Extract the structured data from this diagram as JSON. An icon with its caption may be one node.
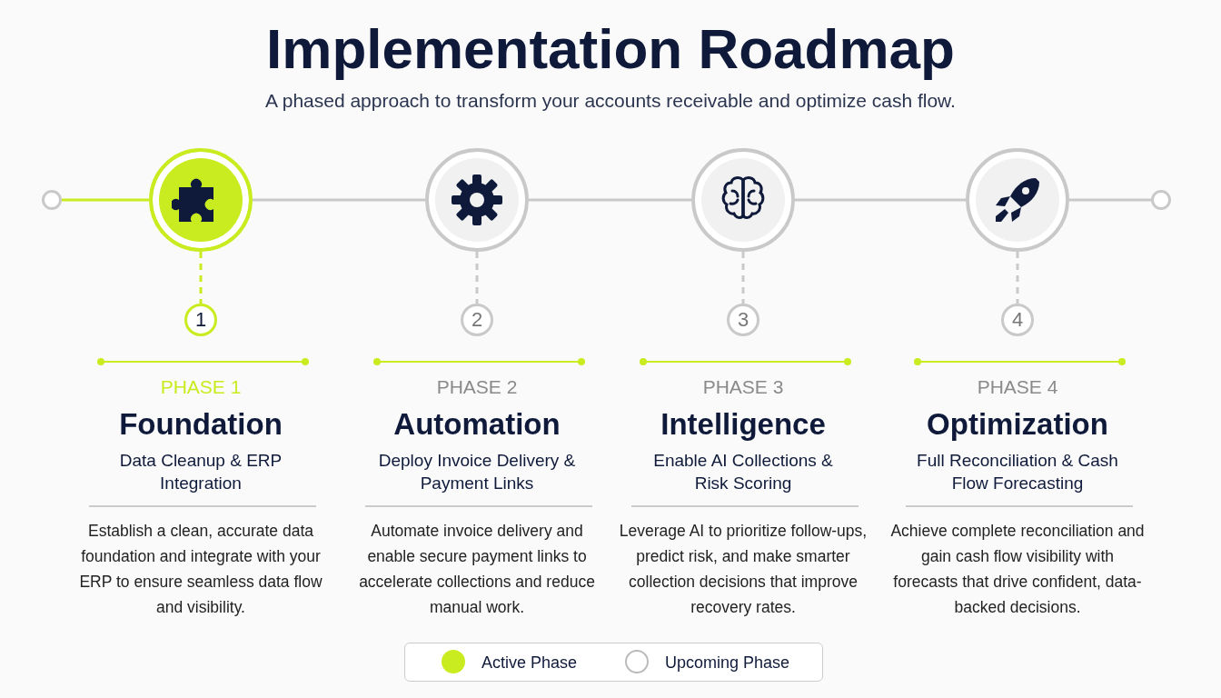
{
  "diagram": {
    "title": "Implementation Roadmap",
    "nodes": [
      {
        "text": [],
        "shape": "circle"
      },
      {
        "text": [],
        "shape": "circle"
      },
      {
        "text": [],
        "shape": "circle"
      },
      {
        "text": [],
        "shape": "circle"
      },
      {
        "text": [],
        "shape": "circle"
      },
      {
        "text": [],
        "shape": "circle"
      },
      {
        "text": [
          "1"
        ]
      },
      {
        "text": [
          "2"
        ]
      },
      {
        "text": [
          "3"
        ]
      },
      {
        "text": [
          "4"
        ]
      }
    ],
    "edges": [
      {
        "from": 0,
        "to": 1,
        "arrow": "none",
        "color": "#c8ec1f"
      },
      {
        "from": 1,
        "to": 2,
        "arrow": "none"
      },
      {
        "from": 2,
        "to": 3,
        "arrow": "none"
      },
      {
        "from": 3,
        "to": 4,
        "arrow": "none"
      },
      {
        "from": 4,
        "to": 5,
        "arrow": "none"
      },
      {
        "from": 1,
        "to": 6,
        "arrow": "none",
        "style": "dashed",
        "color": "#c8ec1f"
      },
      {
        "from": 2,
        "to": 7,
        "arrow": "none",
        "style": "dashed"
      },
      {
        "from": 3,
        "to": 8,
        "arrow": "none",
        "style": "dashed"
      },
      {
        "from": 4,
        "to": 9,
        "arrow": "none",
        "style": "dashed"
      }
    ],
    "labels": [
      "A phased approach to transform your accounts receivable and optimize cash flow.",
      "PHASE 1",
      "Foundation",
      "Data Cleanup & ERP Integration",
      "Establish a clean, accurate data foundation and integrate with your ERP to ensure seamless data flow and visibility.",
      "PHASE 2",
      "Automation",
      "Deploy Invoice Delivery & Payment Links",
      "Automate invoice delivery and enable secure payment links to accelerate collections and reduce manual work.",
      "PHASE 3",
      "Intelligence",
      "Enable AI Collections & Risk Scoring",
      "Leverage AI to prioritize follow-ups, predict risk, and make smarter collection decisions that improve recovery rates.",
      "PHASE 4",
      "Optimization",
      "Full Reconciliation & Cash Flow Forecasting",
      "Achieve complete reconciliation and gain cash flow visibility with forecasts that drive confident, data-backed decisions."
    ],
    "legend": [
      {
        "text": "Active Phase",
        "color": "#c8ec1f"
      },
      {
        "text": "Upcoming Phase"
      }
    ]
  }
}
